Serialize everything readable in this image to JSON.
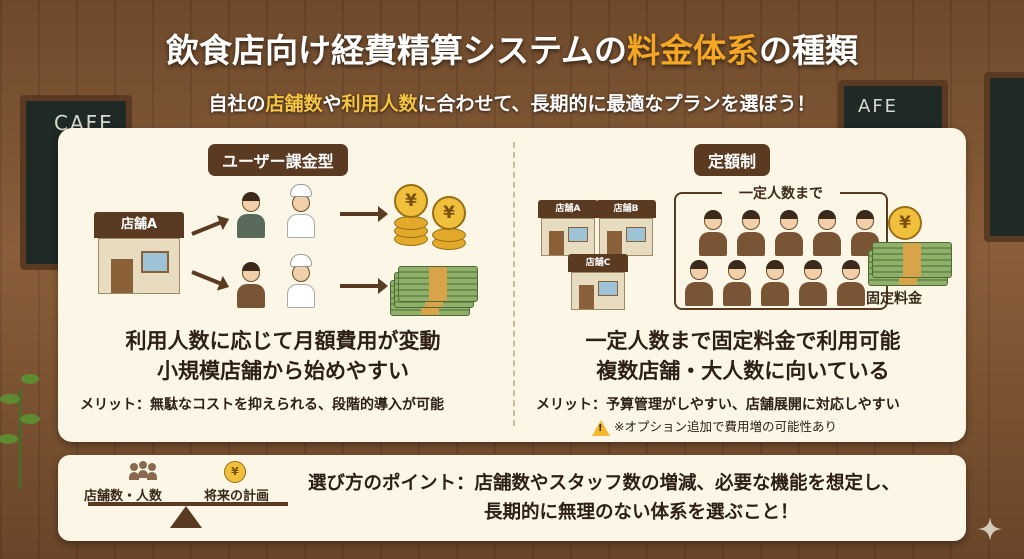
{
  "title": {
    "part1": "飲食店向け経費精算システムの",
    "highlight": "料金体系",
    "part2": "の種類"
  },
  "subtitle": {
    "parts": [
      {
        "text": "自社の",
        "hl": false
      },
      {
        "text": "店舗数",
        "hl": true
      },
      {
        "text": "や",
        "hl": false
      },
      {
        "text": "利用人数",
        "hl": true
      },
      {
        "text": "に合わせて、長期的に最適なプランを選ぼう！",
        "hl": false
      }
    ]
  },
  "background": {
    "cafe_sign_left": "CAFE",
    "cafe_sign_right": "AFE"
  },
  "plan_user": {
    "badge": "ユーザー課金型",
    "store_label": "店舗A",
    "main_line1": "利用人数に応じて月額費用が変動",
    "main_line2": "小規模店舗から始めやすい",
    "merit": "メリット：無駄なコストを抑えられる、段階的導入が可能"
  },
  "plan_fixed": {
    "badge": "定額制",
    "stores": [
      "店舗A",
      "店舗B",
      "店舗C"
    ],
    "group_label": "一定人数まで",
    "fixed_label": "固定料金",
    "main_line1": "一定人数まで固定料金で利用可能",
    "main_line2": "複数店舗・大人数に向いている",
    "merit": "メリット：予算管理がしやすい、店舗展開に対応しやすい",
    "warning": "※オプション追加で費用増の可能性あり"
  },
  "bottom": {
    "left_label": "店舗数・人数",
    "right_label": "将来の計画",
    "point_line1": "選び方のポイント：店舗数やスタッフ数の増減、必要な機能を想定し、",
    "point_line2": "長期的に無理のない体系を選ぶこと！"
  },
  "symbols": {
    "yen": "¥",
    "warning": "!"
  },
  "colors": {
    "accent": "#f5a623",
    "badge_bg": "#5a3b22",
    "panel_bg": "#fbf6e6"
  }
}
